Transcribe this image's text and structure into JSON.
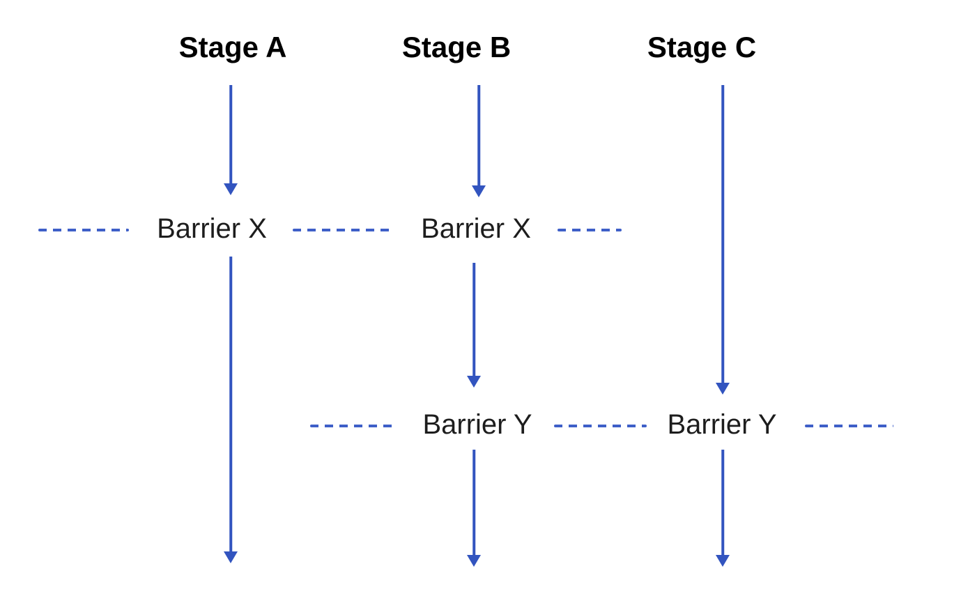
{
  "diagram": {
    "type": "barrier-synchronization-flow",
    "stages": [
      {
        "label": "Stage A"
      },
      {
        "label": "Stage B"
      },
      {
        "label": "Stage C"
      }
    ],
    "barriers": [
      {
        "label": "Barrier X",
        "under_stages": [
          "Stage A",
          "Stage B"
        ]
      },
      {
        "label": "Barrier Y",
        "under_stages": [
          "Stage B",
          "Stage C"
        ]
      }
    ],
    "colors": {
      "arrow_color": "#3254bf",
      "dash_color": "#3e5fc8",
      "stage_text": "#000000",
      "barrier_text": "#1d1d1d"
    }
  }
}
